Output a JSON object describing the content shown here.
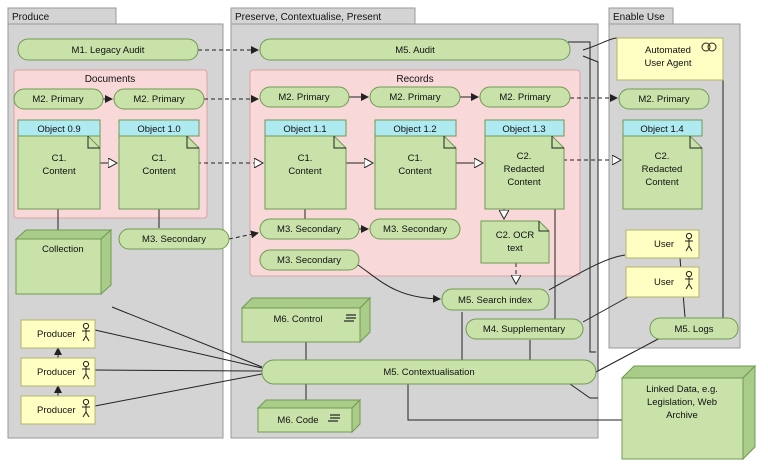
{
  "lanes": {
    "produce": "Produce",
    "preserve": "Preserve, Contextualise, Present",
    "enable": "Enable Use"
  },
  "groups": {
    "documents": "Documents",
    "records": "Records"
  },
  "nodes": {
    "legacy_audit": "M1. Legacy Audit",
    "audit": "M5. Audit",
    "primary": "M2. Primary",
    "secondary": "M3. Secondary",
    "search_index": "M5. Search index",
    "supplementary": "M4. Supplementary",
    "contextualisation": "M5. Contextualisation",
    "logs": "M5. Logs",
    "control": "M6. Control",
    "code": "M6. Code",
    "collection": "Collection",
    "linked_data": [
      "Linked Data, e.g.",
      "Legislation, Web",
      "Archive"
    ],
    "agent": [
      "Automated",
      "User Agent"
    ],
    "user": "User",
    "producer": "Producer",
    "ocr": [
      "C2. OCR",
      "text"
    ]
  },
  "objects": {
    "o09": "Object 0.9",
    "o10": "Object 1.0",
    "o11": "Object 1.1",
    "o12": "Object 1.2",
    "o13": "Object 1.3",
    "o14": "Object 1.4"
  },
  "contents": {
    "c1": [
      "C1.",
      "Content"
    ],
    "c2": [
      "C2.",
      "Redacted",
      "Content"
    ]
  }
}
